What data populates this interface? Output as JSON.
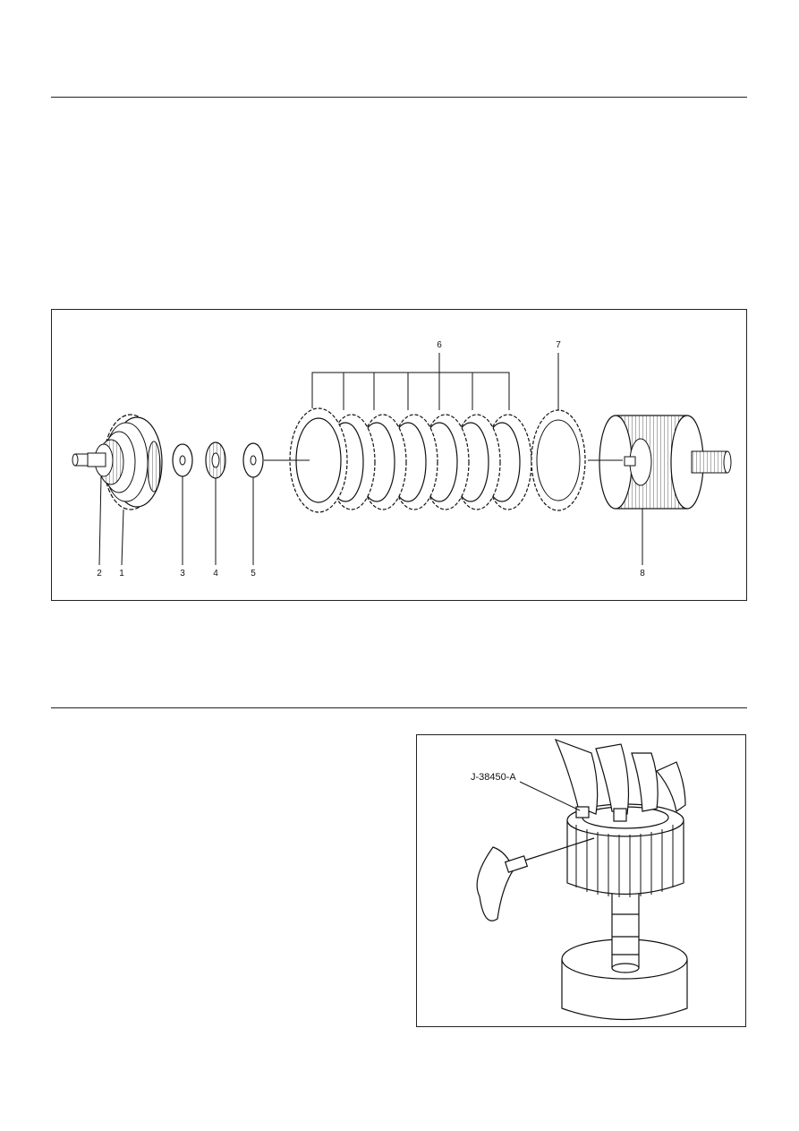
{
  "figure1": {
    "callouts": [
      {
        "id": "1",
        "label": "1"
      },
      {
        "id": "2",
        "label": "2"
      },
      {
        "id": "3",
        "label": "3"
      },
      {
        "id": "4",
        "label": "4"
      },
      {
        "id": "5",
        "label": "5"
      },
      {
        "id": "6",
        "label": "6"
      },
      {
        "id": "7",
        "label": "7"
      },
      {
        "id": "8",
        "label": "8"
      }
    ]
  },
  "figure2": {
    "tool_label": "J-38450-A"
  }
}
